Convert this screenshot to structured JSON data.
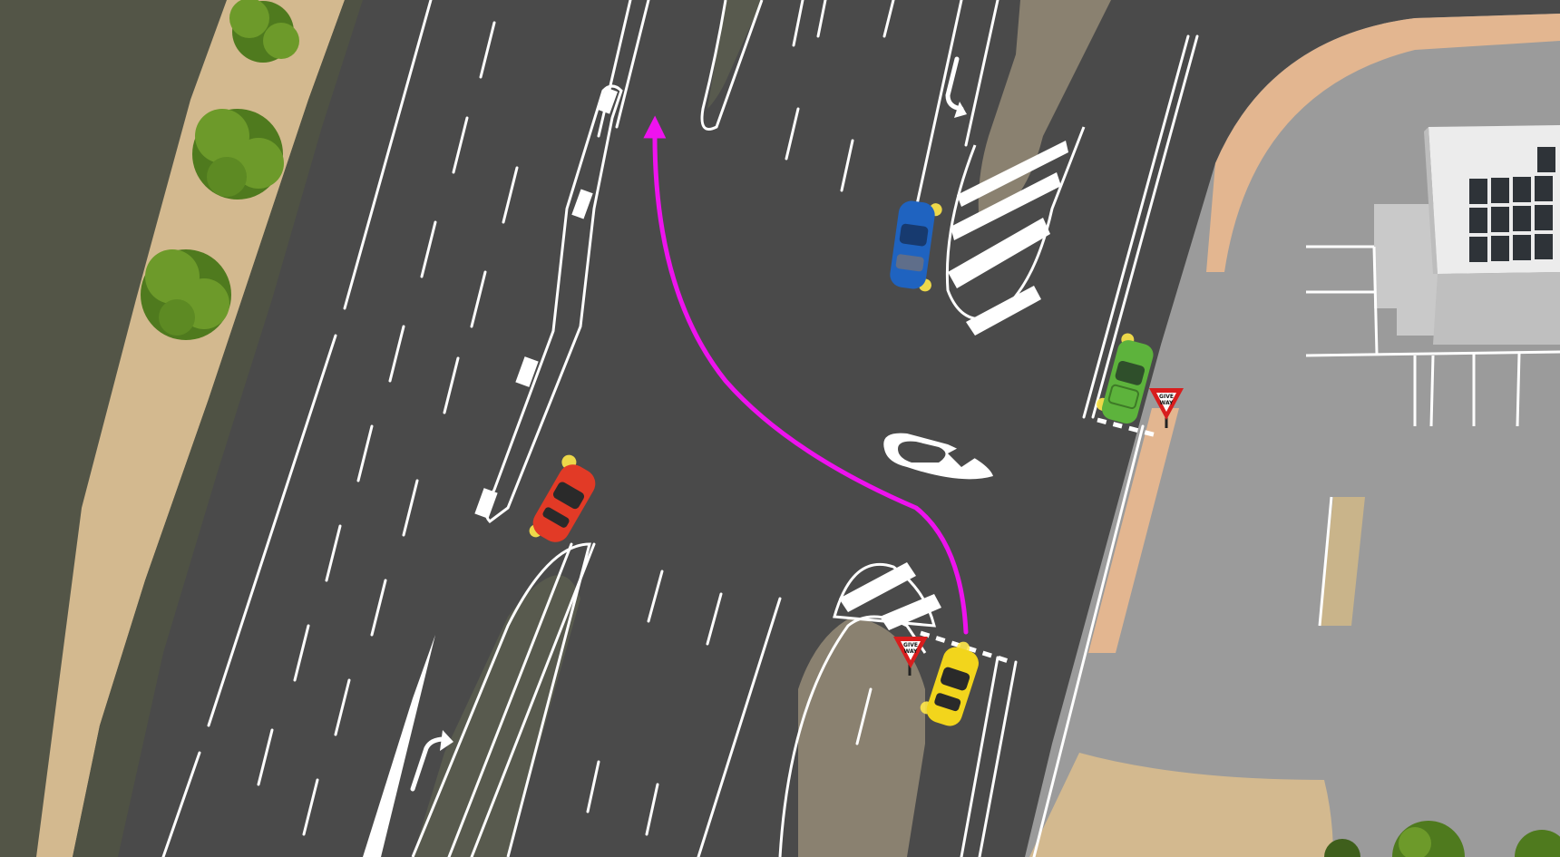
{
  "colors": {
    "road": "#4a4a4a",
    "grass": "#535547",
    "sand": "#d3b98f",
    "median": "#8a8170",
    "carpark": "#9b9b9b",
    "path": "#e3b690",
    "marking": "#ffffff",
    "route": "#ee12ee",
    "car_red": "#e23a26",
    "car_blue": "#1f63c0",
    "car_green": "#5db33c",
    "car_yellow": "#f2d51c",
    "indicator": "#ffe84a",
    "tree_dark": "#4f7a1e",
    "tree_light": "#6d9a2a"
  },
  "vehicles": [
    {
      "id": "red-car",
      "color": "red"
    },
    {
      "id": "blue-car",
      "color": "blue"
    },
    {
      "id": "green-car",
      "color": "green"
    },
    {
      "id": "yellow-car",
      "color": "yellow"
    }
  ],
  "signs": {
    "give_way_line1": "GIVE",
    "give_way_line2": "WAY"
  },
  "icons": [
    "give-way-sign-icon",
    "turn-arrow-icon",
    "route-arrow-icon",
    "tree-icon",
    "solar-panel-icon"
  ]
}
